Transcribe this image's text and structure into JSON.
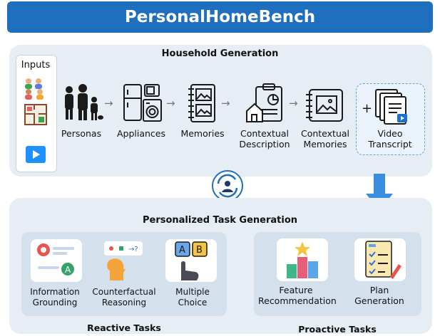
{
  "title": "PersonalHomeBench",
  "household": {
    "title": "Household Generation",
    "inputs_label": "Inputs",
    "stages": [
      {
        "label": "Personas",
        "icon": "family-icon"
      },
      {
        "label": "Appliances",
        "icon": "appliances-icon"
      },
      {
        "label": "Memories",
        "icon": "memories-notebook-icon"
      },
      {
        "label": "Contextual\nDescription",
        "icon": "house-clipboard-icon"
      },
      {
        "label": "Contextual\nMemories",
        "icon": "memory-notebook-icon"
      },
      {
        "label": "Video\nTranscript",
        "icon": "transcript-documents-icon"
      }
    ]
  },
  "task_gen": {
    "title": "Personalized Task Generation",
    "reactive": {
      "label": "Reactive Tasks",
      "tasks": [
        "Information\nGrounding",
        "Counterfactual\nReasoning",
        "Multiple\nChoice"
      ]
    },
    "proactive": {
      "label": "Proactive Tasks",
      "tasks": [
        "Feature\nRecommendation",
        "Plan\nGeneration"
      ]
    }
  },
  "colors": {
    "accent": "#1f6fbf",
    "panel": "#e6edf4",
    "subpanel": "#d4e0ec",
    "dashed": "#58a6e0",
    "arrow": "#3a8ee0"
  }
}
